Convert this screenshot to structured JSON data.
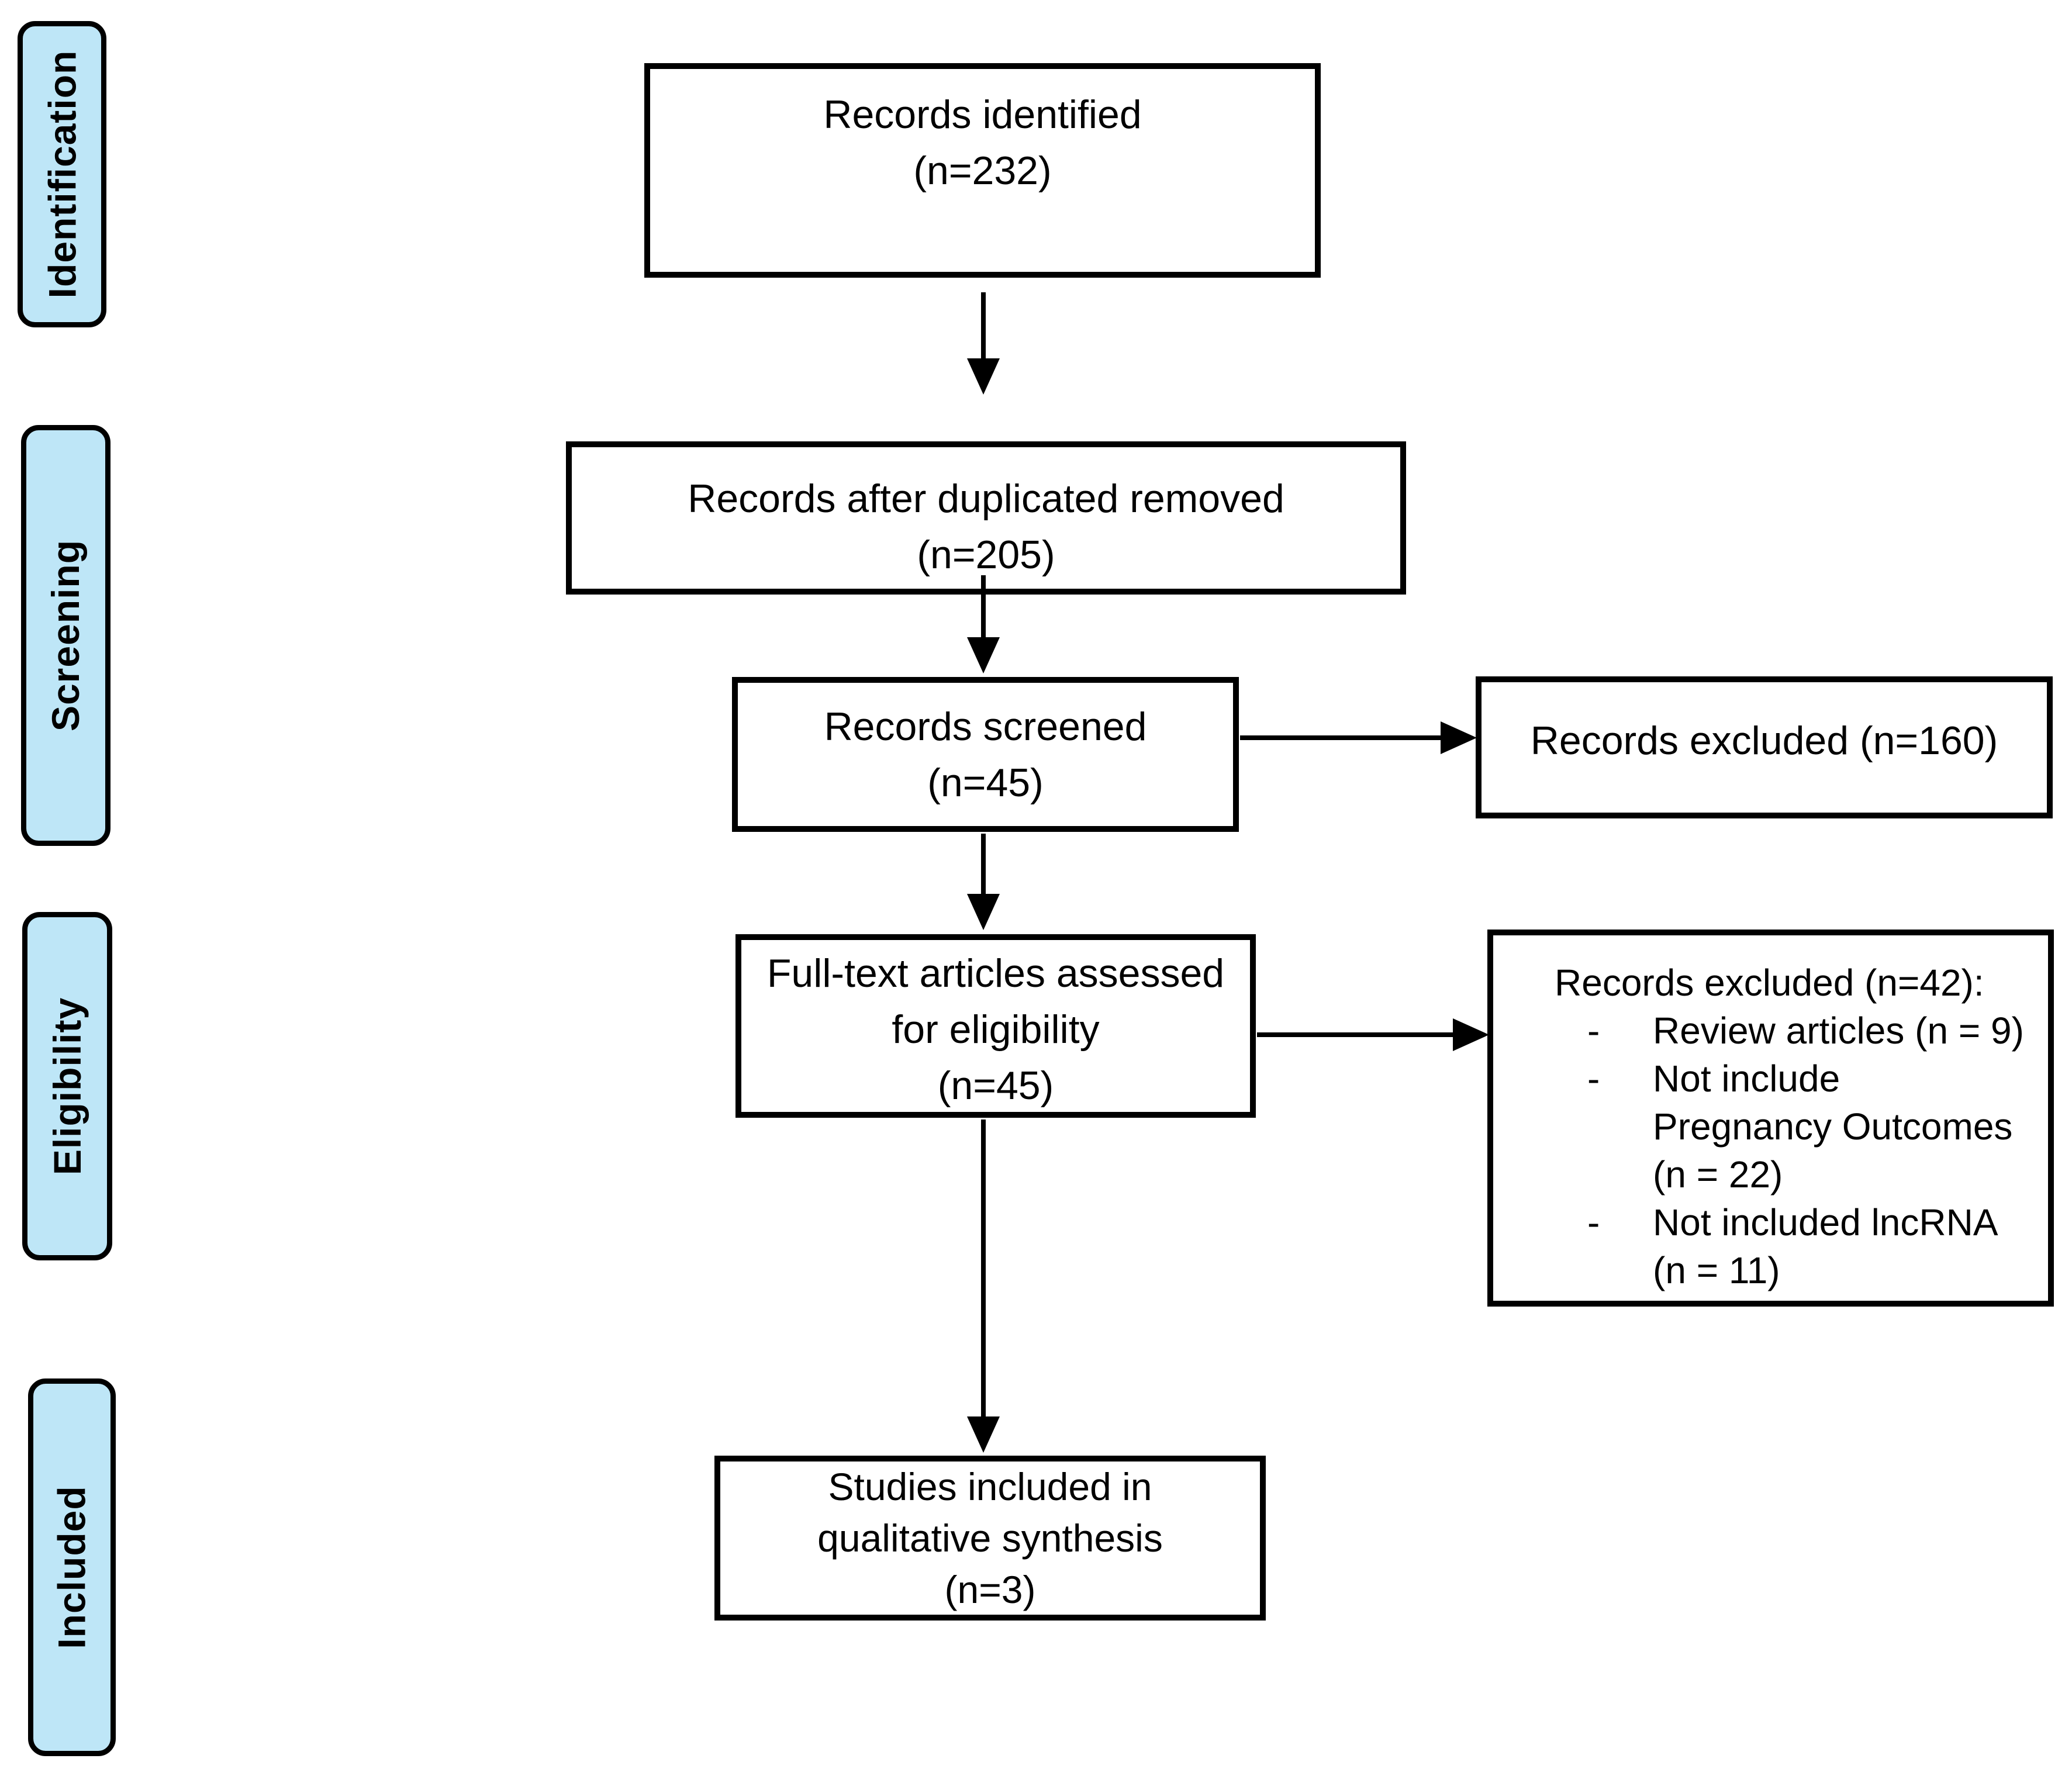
{
  "diagram_type": "prisma-flow",
  "stages": [
    {
      "label": "Identification"
    },
    {
      "label": "Screening"
    },
    {
      "label": "Eligibility"
    },
    {
      "label": "Included"
    }
  ],
  "flow": {
    "records_identified": {
      "lines": [
        "Records identified",
        "(n=232)"
      ]
    },
    "after_duplicates": {
      "lines": [
        "Records after duplicated removed",
        "(n=205)"
      ]
    },
    "records_screened": {
      "lines": [
        "Records screened",
        "(n=45)"
      ]
    },
    "excluded_screening": {
      "lines": [
        "Records excluded (n=160)"
      ]
    },
    "fulltext_assessed": {
      "lines": [
        "Full-text articles assessed",
        "for eligibility",
        "(n=45)"
      ]
    },
    "excluded_fulltext": {
      "title": "Records excluded (n=42):",
      "items": [
        {
          "bullet": "-",
          "lines": [
            "Review articles (n = 9)"
          ]
        },
        {
          "bullet": "-",
          "lines": [
            "Not include",
            "Pregnancy Outcomes",
            "(n = 22)"
          ]
        },
        {
          "bullet": "-",
          "lines": [
            "Not included lncRNA",
            "(n = 11)"
          ]
        }
      ]
    },
    "studies_included": {
      "lines": [
        "Studies included in",
        "qualitative synthesis",
        "(n=3)"
      ]
    }
  },
  "colors": {
    "stage_fill": "#BEE6F7",
    "stage_border": "#000000",
    "box_fill": "#FFFFFF",
    "box_border": "#000000",
    "arrow": "#000000",
    "background": "#FFFFFF"
  }
}
